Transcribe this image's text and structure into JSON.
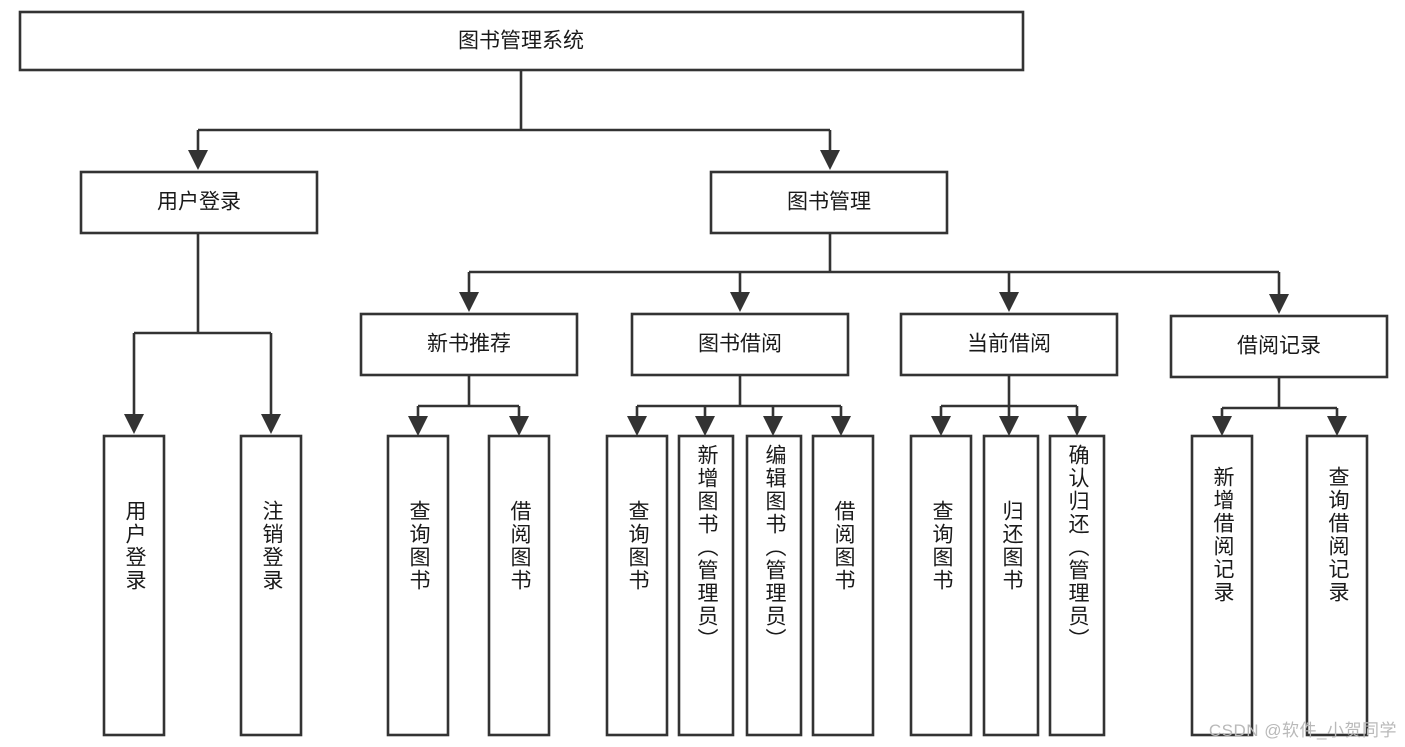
{
  "diagram": {
    "title": "图书管理系统",
    "type": "tree",
    "colors": {
      "box_stroke": "#333333",
      "box_fill": "#ffffff",
      "text": "#1a1a1a",
      "connector": "#333333",
      "watermark": "#b9b9b9",
      "background": "#ffffff"
    },
    "root": {
      "label": "图书管理系统"
    },
    "level1": [
      {
        "label": "用户登录"
      },
      {
        "label": "图书管理"
      }
    ],
    "level2": [
      {
        "label": "新书推荐"
      },
      {
        "label": "图书借阅"
      },
      {
        "label": "当前借阅"
      },
      {
        "label": "借阅记录"
      }
    ],
    "leaves": {
      "user_login": [
        {
          "label": "用户登录"
        },
        {
          "label": "注销登录"
        }
      ],
      "new_book_recommend": [
        {
          "label": "查询图书"
        },
        {
          "label": "借阅图书"
        }
      ],
      "book_borrow": [
        {
          "label": "查询图书"
        },
        {
          "label": "新增图书（管理员）"
        },
        {
          "label": "编辑图书（管理员）"
        },
        {
          "label": "借阅图书"
        }
      ],
      "current_borrow": [
        {
          "label": "查询图书"
        },
        {
          "label": "归还图书"
        },
        {
          "label": "确认归还（管理员）"
        }
      ],
      "borrow_record": [
        {
          "label": "新增借阅记录"
        },
        {
          "label": "查询借阅记录"
        }
      ]
    }
  },
  "watermark": {
    "text": "CSDN @软件_小贺同学"
  }
}
